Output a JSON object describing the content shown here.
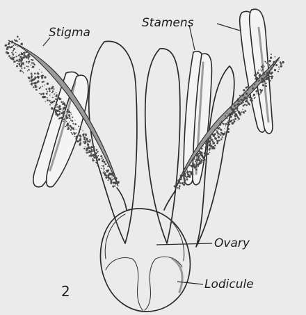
{
  "labels": {
    "stigma": "Stigma",
    "stamens": "Stamens",
    "ovary": "Ovary",
    "lodicule": "Lodicule",
    "figure_number": "2"
  }
}
